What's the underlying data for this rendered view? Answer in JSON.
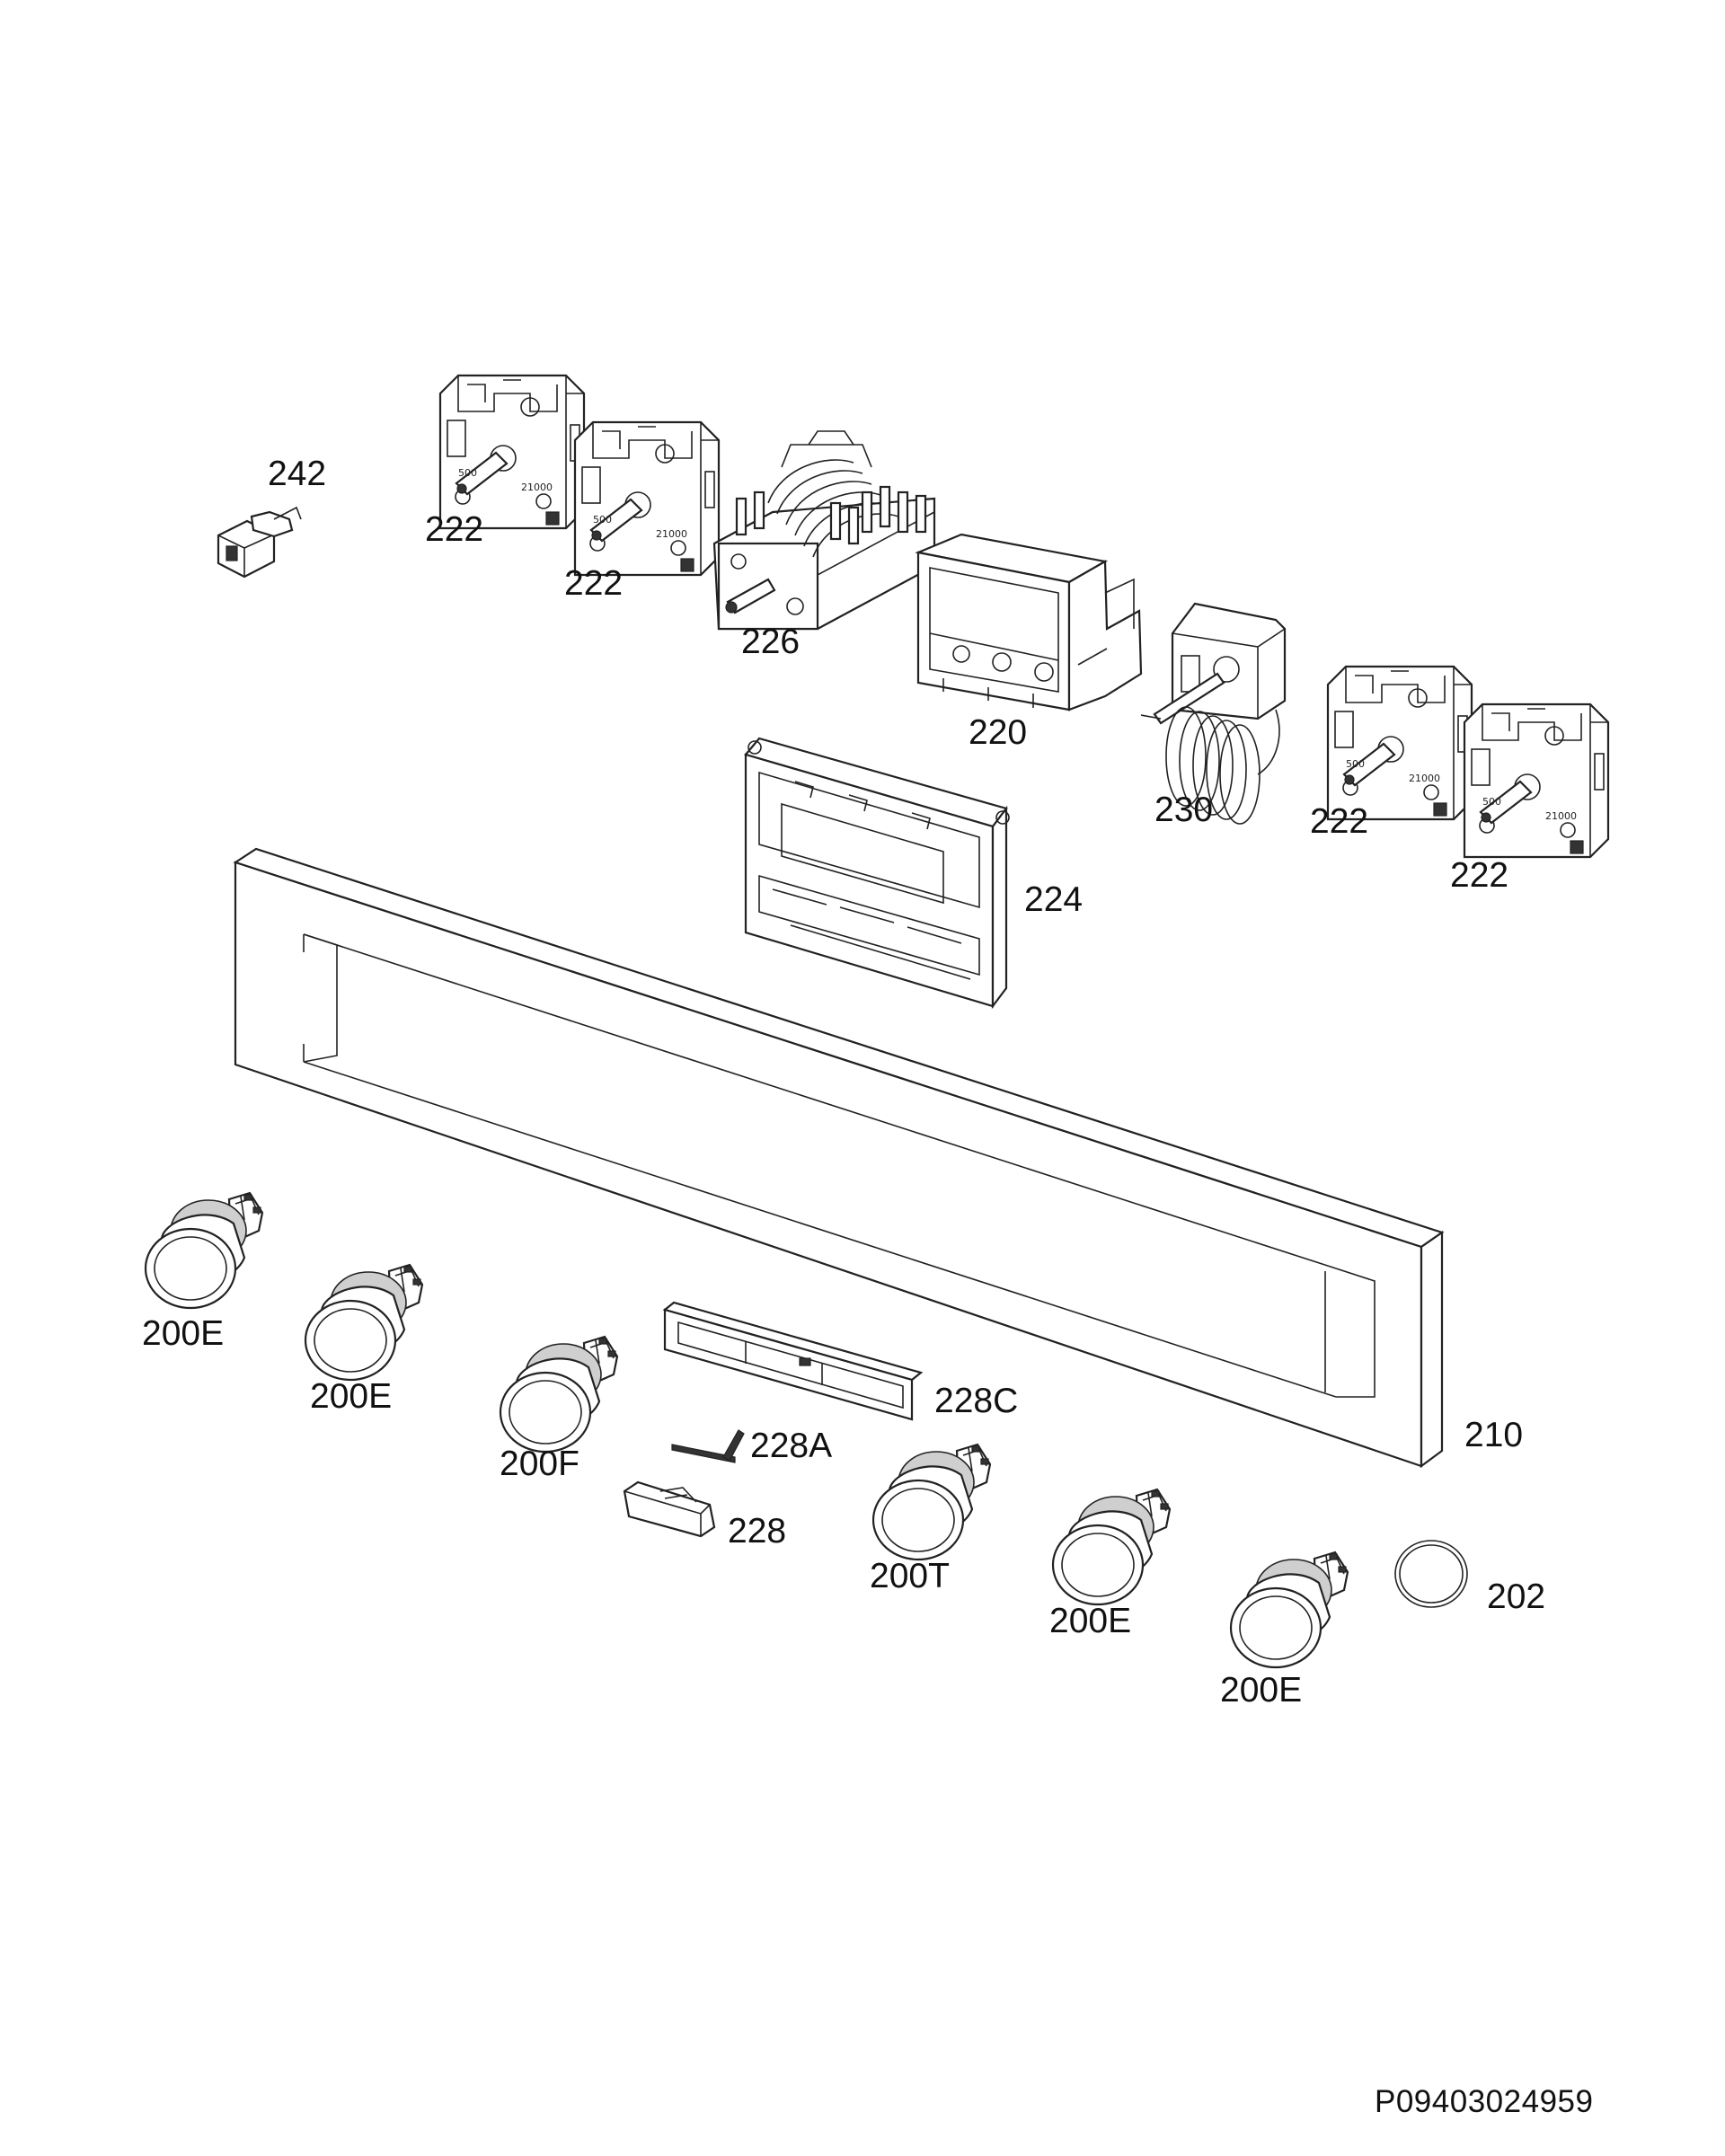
{
  "callouts": {
    "part_242": "242",
    "part_222_a": "222",
    "part_222_b": "222",
    "part_226": "226",
    "part_220": "220",
    "part_230": "230",
    "part_222_c": "222",
    "part_222_d": "222",
    "part_224": "224",
    "part_210": "210",
    "part_200E_a": "200E",
    "part_200E_b": "200E",
    "part_200F": "200F",
    "part_228C": "228C",
    "part_228A": "228A",
    "part_228": "228",
    "part_200T": "200T",
    "part_200E_c": "200E",
    "part_200E_d": "200E",
    "part_202": "202"
  },
  "document_id": "P09403024959"
}
